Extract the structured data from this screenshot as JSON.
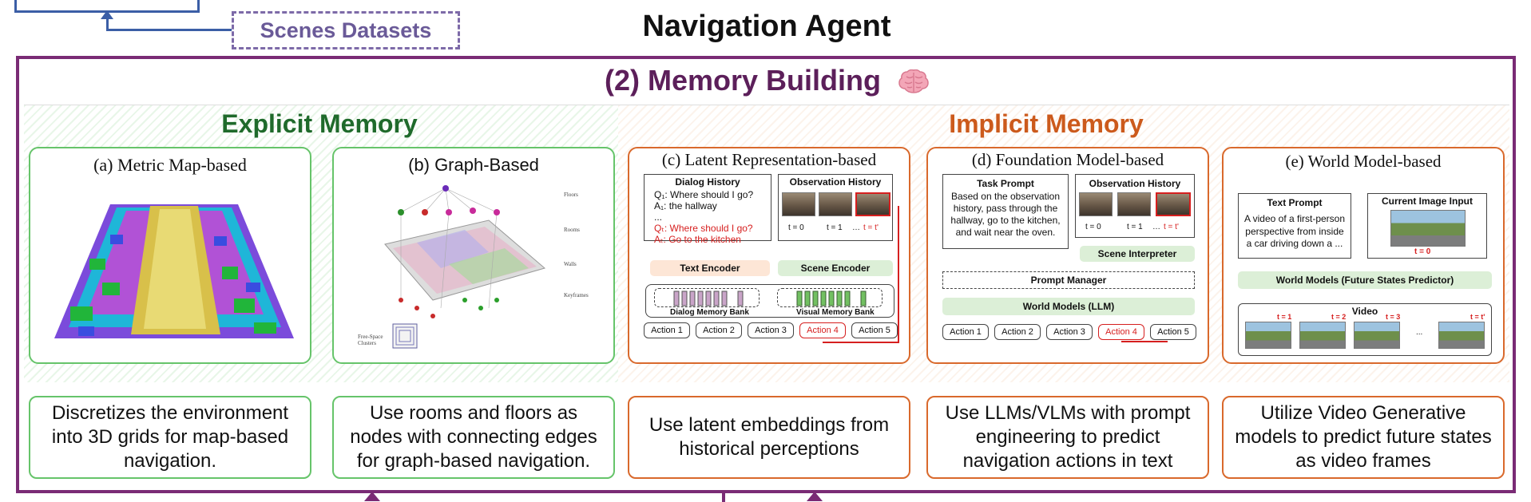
{
  "header": {
    "main_title": "Navigation Agent",
    "scenes_datasets": "Scenes Datasets"
  },
  "memory": {
    "title": "(2) Memory Building",
    "brain_icon": "brain-icon",
    "explicit_title": "Explicit Memory",
    "implicit_title": "Implicit Memory"
  },
  "panels": {
    "a": {
      "title": "(a) Metric Map-based"
    },
    "b": {
      "title": "(b) Graph-Based",
      "labels": [
        "Floors",
        "Rooms",
        "Walls",
        "Keyframes"
      ],
      "caption": "Free-Space Clusters"
    },
    "c": {
      "title": "(c) Latent Representation-based",
      "dialog_title": "Dialog History",
      "dialog_lines": [
        "Q₁: Where should I go?",
        "A₁: the hallway",
        "...",
        "Qₜ: Where should I go?",
        "Aₜ: Go to the kitchen"
      ],
      "obs_title": "Observation History",
      "time_labels": [
        "t = 0",
        "t = 1",
        "…",
        "t = t'"
      ],
      "text_encoder": "Text Encoder",
      "scene_encoder": "Scene Encoder",
      "dialog_bank": "Dialog Memory Bank",
      "visual_bank": "Visual Memory Bank",
      "actions": [
        "Action 1",
        "Action 2",
        "Action 3",
        "Action 4",
        "Action 5"
      ]
    },
    "d": {
      "title": "(d) Foundation Model-based",
      "task_title": "Task Prompt",
      "task_text": "Based on the observation history, pass through the hallway, go to the kitchen, and wait near the oven.",
      "obs_title": "Observation History",
      "time_labels": [
        "t = 0",
        "t = 1",
        "…",
        "t = t'"
      ],
      "scene_interpreter": "Scene Interpreter",
      "prompt_manager": "Prompt Manager",
      "world_models": "World Models (LLM)",
      "actions": [
        "Action 1",
        "Action 2",
        "Action 3",
        "Action 4",
        "Action 5"
      ]
    },
    "e": {
      "title": "(e) World Model-based",
      "text_prompt_title": "Text Prompt",
      "text_prompt": "A video of a first-person perspective from inside a car driving down a ...",
      "current_title": "Current Image Input",
      "t0": "t = 0",
      "predictor": "World Models (Future States Predictor)",
      "video_label": "Video",
      "frame_labels": [
        "t = 1",
        "t = 2",
        "t = 3",
        "...",
        "t = t'"
      ]
    }
  },
  "descriptions": [
    "Discretizes the environment into 3D grids for map-based navigation.",
    "Use rooms and floors as nodes with connecting edges for graph-based navigation.",
    "Use latent embeddings from historical perceptions",
    "Use LLMs/VLMs with prompt engineering to predict navigation actions in text",
    "Utilize Video Generative models to predict future states as video frames"
  ],
  "colors": {
    "purple_frame": "#7a2b75",
    "explicit_green": "#1f6a2b",
    "implicit_orange": "#cc5a1c",
    "red_highlight": "#d61f1f"
  }
}
